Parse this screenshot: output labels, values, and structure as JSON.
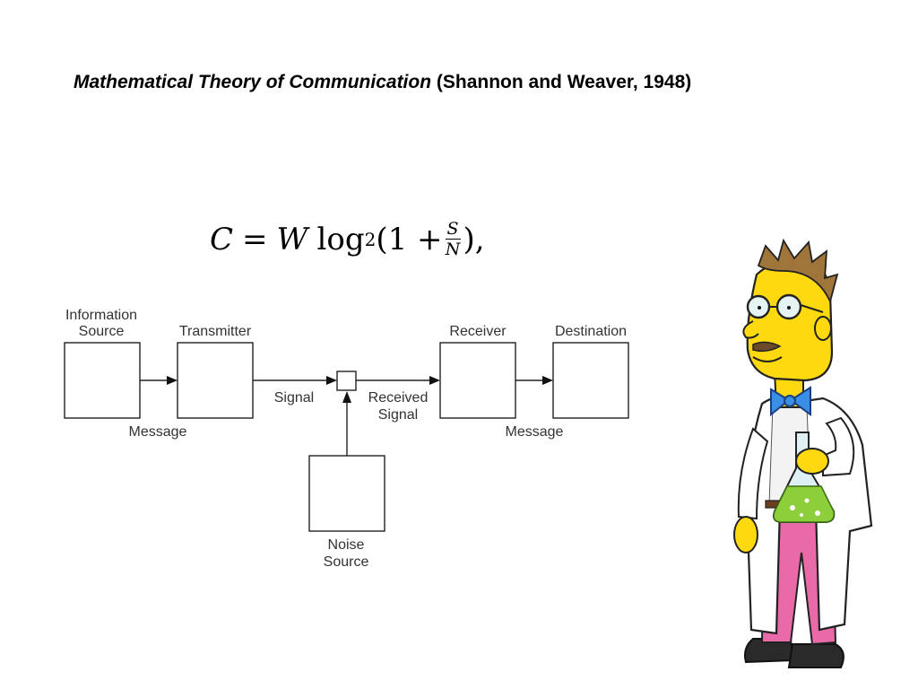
{
  "title": {
    "italic": "Mathematical Theory of Communication",
    "rest": " (Shannon and Weaver, 1948)"
  },
  "formula": {
    "lhs": "C",
    "equals": "=",
    "w": "W",
    "log": "log",
    "base": "2",
    "open": "(1 +",
    "num": "S",
    "den": "N",
    "close": "),"
  },
  "diagram": {
    "info_source_line1": "Information",
    "info_source_line2": "Source",
    "transmitter": "Transmitter",
    "receiver": "Receiver",
    "destination": "Destination",
    "signal": "Signal",
    "received_signal_line1": "Received",
    "received_signal_line2": "Signal",
    "message_left": "Message",
    "message_right": "Message",
    "noise_source_line1": "Noise",
    "noise_source_line2": "Source"
  },
  "illustration": {
    "icon": "professor-frink-scientist-icon",
    "colors": {
      "skin": "#ffd90f",
      "coat": "#ffffff",
      "pants": "#e86aa8",
      "bowtie": "#3a8ee6",
      "flask_liquid": "#8ccf3a",
      "hair": "#a0753a"
    }
  }
}
